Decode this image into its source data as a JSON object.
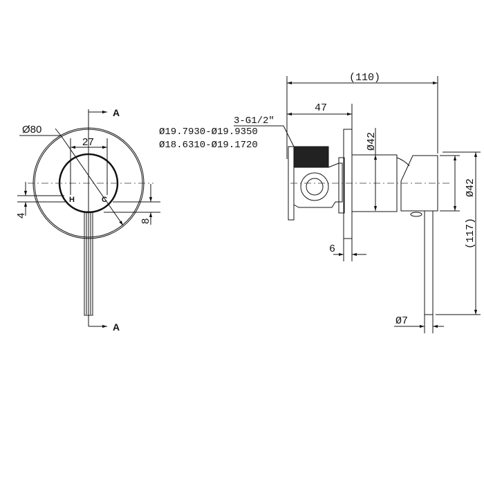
{
  "front_view": {
    "section_marker_top": "A",
    "section_marker_bottom": "A",
    "outer_diameter": "Ø80",
    "hole_spacing": "27",
    "hot_label": "H",
    "cold_label": "C",
    "offset_small": "4",
    "offset_large": "8"
  },
  "side_view": {
    "overall_depth": "(110)",
    "inlet_depth": "47",
    "thread_spec": "3-G1/2\"",
    "tolerance_1": "Ø19.7930-Ø19.9350",
    "tolerance_2": "Ø18.6310-Ø19.1720",
    "body_diameter": "Ø42",
    "handle_diameter": "Ø42",
    "plate_thickness": "6",
    "overall_height": "(117)",
    "lever_diameter": "Ø7"
  }
}
